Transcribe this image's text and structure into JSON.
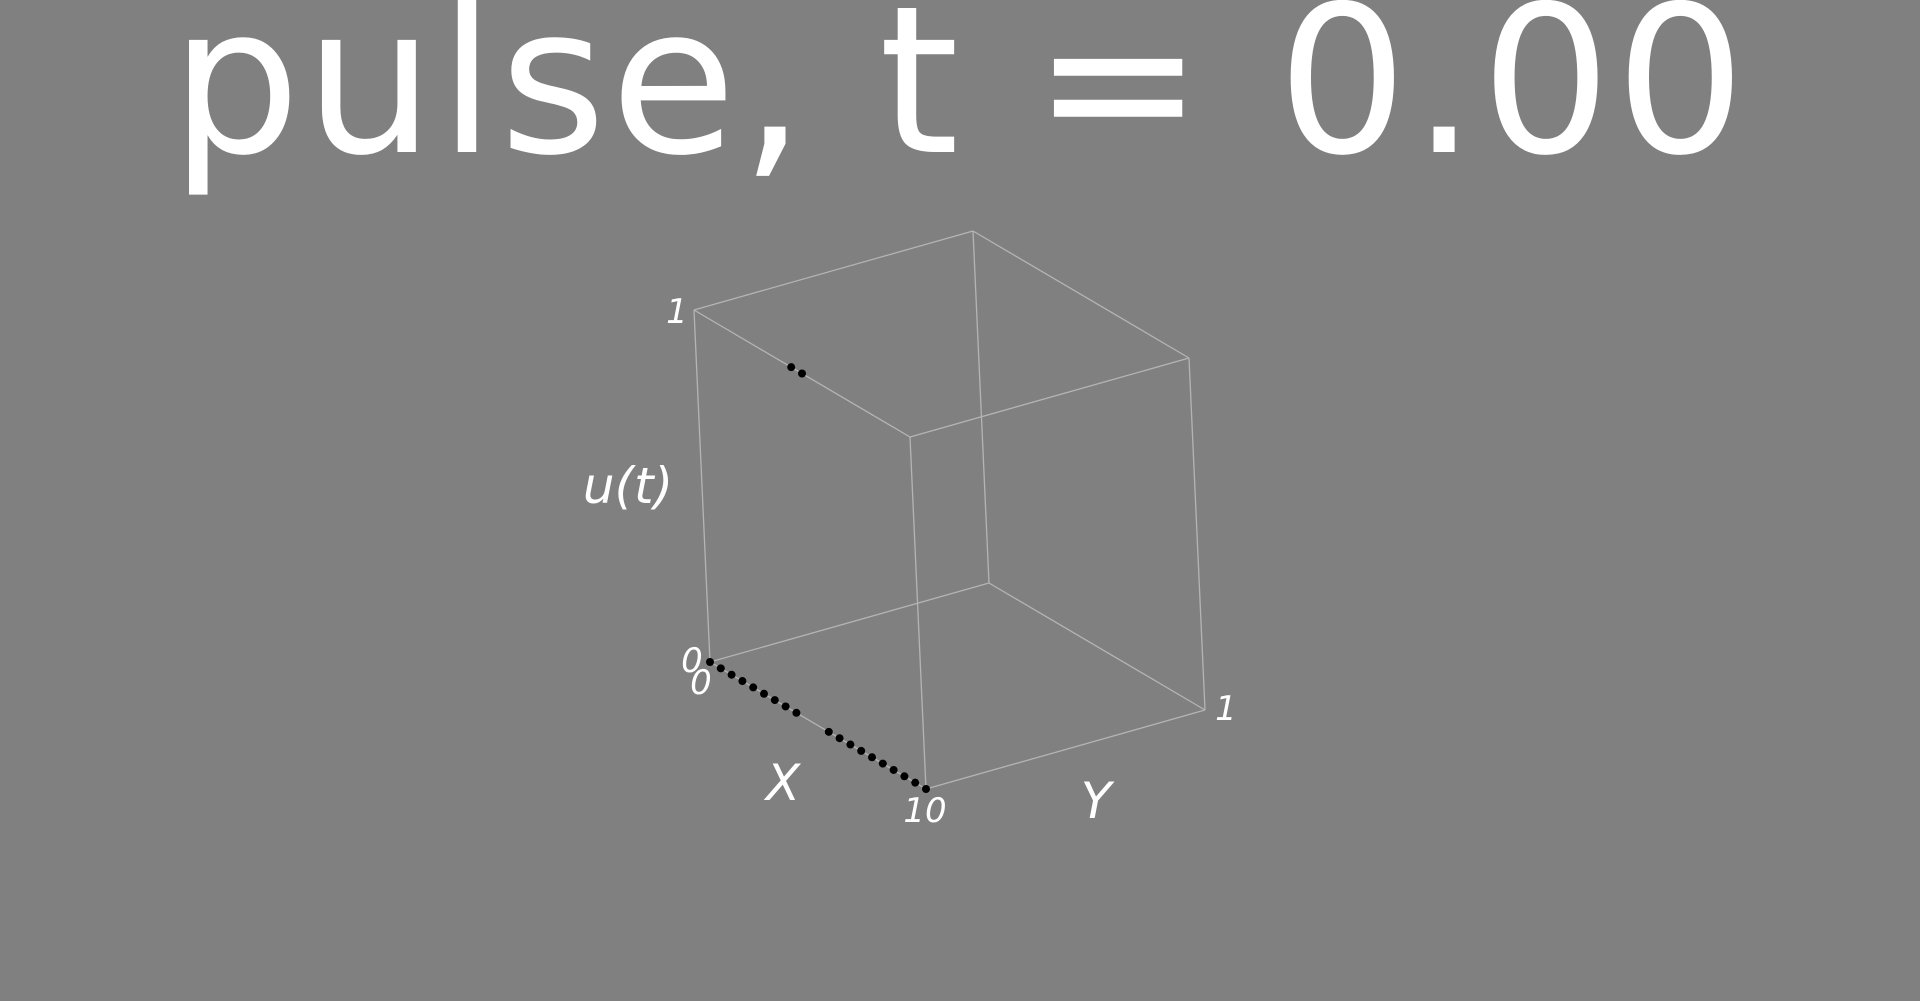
{
  "chart_data": {
    "type": "scatter",
    "title": "pulse, t = 0.00",
    "xlabel": "X",
    "ylabel": "Y",
    "zlabel": "u(t)",
    "xlim": [
      0,
      10
    ],
    "ylim": [
      0,
      1
    ],
    "zlim": [
      0,
      1
    ],
    "ticks": {
      "x_start": "0",
      "x_end": "10",
      "y_start": "0",
      "y_end": "1",
      "z_bottom": "0",
      "z_top": "1"
    },
    "grid": false,
    "background_color": "#808080",
    "box_line_color": "#b4b4b4",
    "marker_color": "#000000",
    "series": [
      {
        "points": [
          {
            "x": 0.0,
            "y": 0,
            "z": 0
          },
          {
            "x": 0.5,
            "y": 0,
            "z": 0
          },
          {
            "x": 1.0,
            "y": 0,
            "z": 0
          },
          {
            "x": 1.5,
            "y": 0,
            "z": 0
          },
          {
            "x": 2.0,
            "y": 0,
            "z": 0
          },
          {
            "x": 2.5,
            "y": 0,
            "z": 0
          },
          {
            "x": 3.0,
            "y": 0,
            "z": 0
          },
          {
            "x": 3.5,
            "y": 0,
            "z": 0
          },
          {
            "x": 4.0,
            "y": 0,
            "z": 0
          },
          {
            "x": 4.5,
            "y": 0,
            "z": 1
          },
          {
            "x": 5.0,
            "y": 0,
            "z": 1
          },
          {
            "x": 5.5,
            "y": 0,
            "z": 0
          },
          {
            "x": 6.0,
            "y": 0,
            "z": 0
          },
          {
            "x": 6.5,
            "y": 0,
            "z": 0
          },
          {
            "x": 7.0,
            "y": 0,
            "z": 0
          },
          {
            "x": 7.5,
            "y": 0,
            "z": 0
          },
          {
            "x": 8.0,
            "y": 0,
            "z": 0
          },
          {
            "x": 8.5,
            "y": 0,
            "z": 0
          },
          {
            "x": 9.0,
            "y": 0,
            "z": 0
          },
          {
            "x": 9.5,
            "y": 0,
            "z": 0
          },
          {
            "x": 10.0,
            "y": 0,
            "z": 0
          }
        ]
      }
    ]
  }
}
